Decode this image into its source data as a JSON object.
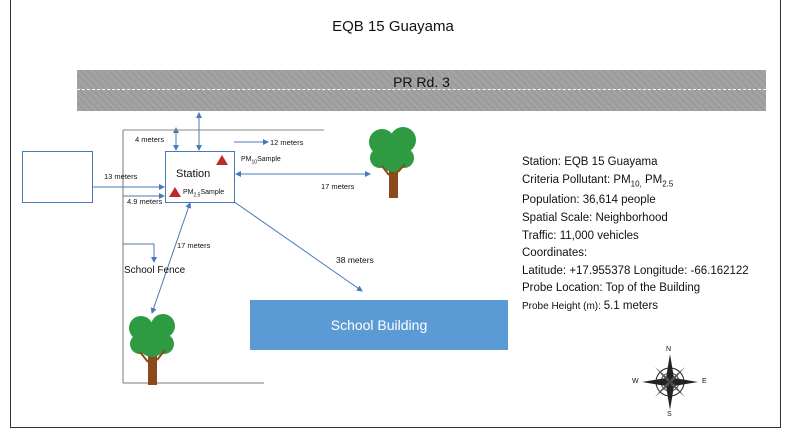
{
  "title": "EQB 15 Guayama",
  "road": {
    "label": "PR Rd. 3"
  },
  "station": {
    "label": "Station",
    "pm10_sample": {
      "prefix": "PM",
      "sub": "10",
      "suffix": "Sample"
    },
    "pm25_sample": {
      "prefix": "PM",
      "sub": "2.5",
      "suffix": "Sample"
    }
  },
  "distances": {
    "road_gap": "4 meters",
    "east_small": "12 meters",
    "west_box": "13 meters",
    "west_low": "4.9 meters",
    "tree_east": "17 meters",
    "tree_south": "17 meters",
    "school": "38  meters"
  },
  "fence": {
    "label": "School Fence"
  },
  "school": {
    "label": "School Building"
  },
  "info": {
    "station": "Station: EQB 15 Guayama",
    "criteria_prefix": "Criteria Pollutant: PM",
    "criteria_sub1": "10,",
    "criteria_mid": " PM",
    "criteria_sub2": "2.5",
    "population": "Population: 36,614 people",
    "scale": "Spatial Scale: Neighborhood",
    "traffic": "Traffic: 11,000 vehicles",
    "coordinates": "Coordinates:",
    "latlon": "Latitude: +17.955378 Longitude: -66.162122",
    "probe_location": "Probe Location: Top of the Building",
    "probe_height_label": "Probe Height (m): ",
    "probe_height_value": "5.1 meters"
  },
  "compass": {
    "n": "N",
    "s": "S",
    "e": "E",
    "w": "W"
  },
  "colors": {
    "road": "#a3a3a3",
    "line": "#4a79b8",
    "school": "#5b9bd5",
    "triangle": "#c0282d",
    "tree_canopy": "#2e9b43",
    "tree_trunk": "#8b4a1c"
  }
}
